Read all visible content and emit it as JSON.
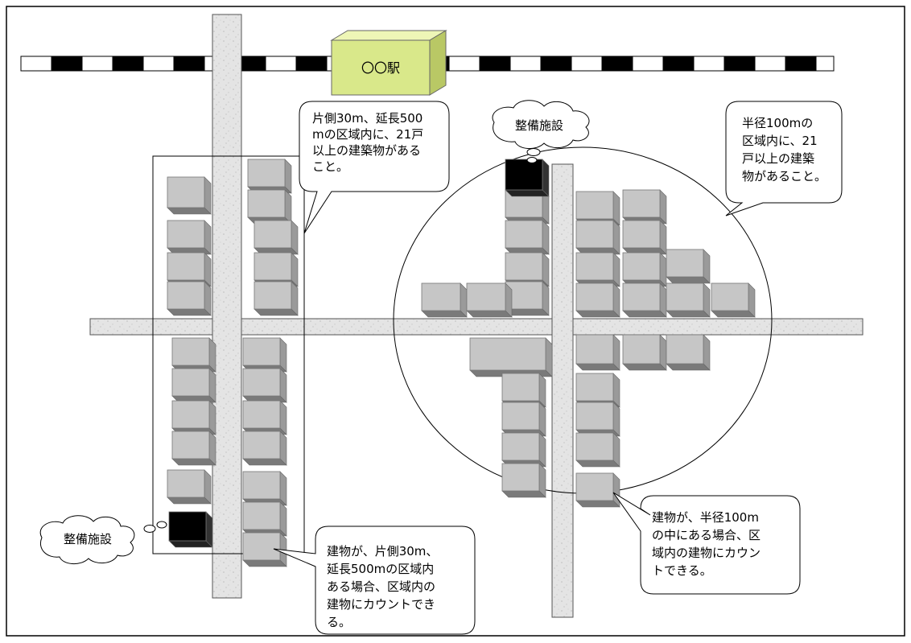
{
  "station": {
    "label": "〇〇駅"
  },
  "facilities": {
    "left": "整備施設",
    "right": "整備施設"
  },
  "callouts": {
    "corridor_rule": [
      "片側30m、延長500",
      "mの区域内に、21戸",
      "以上の建築物がある",
      "こと。"
    ],
    "radius_rule": [
      "半径100mの",
      "区域内に、21",
      "戸以上の建築",
      "物があること。"
    ],
    "corridor_count": [
      "建物が、片側30m、",
      "延長500mの区域内",
      "ある場合、区域内の",
      "建物にカウントでき",
      "る。"
    ],
    "radius_count": [
      "建物が、半径100m",
      "の中にある場合、区",
      "域内の建物にカウン",
      "トできる。"
    ]
  },
  "colors": {
    "road": "#e6e6e6",
    "building": "#c6c6c6",
    "facility": "#000000",
    "station": "#d9e88a",
    "rail_dark": "#000000",
    "rail_light": "#ffffff"
  }
}
